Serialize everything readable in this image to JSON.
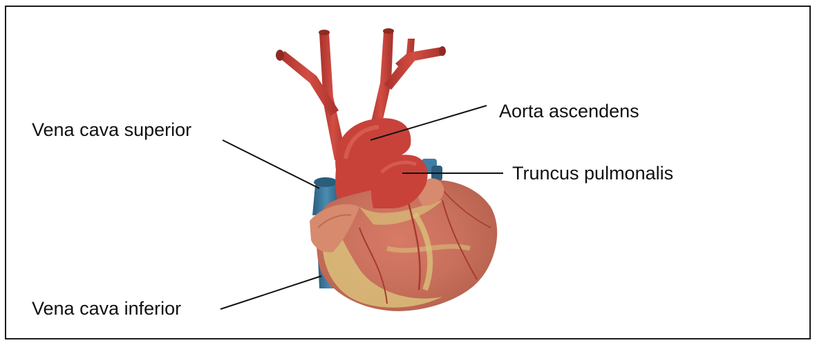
{
  "diagram": {
    "subject": "heart",
    "labels": {
      "vena_cava_superior": "Vena cava superior",
      "vena_cava_inferior": "Vena cava inferior",
      "aorta_ascendens": "Aorta ascendens",
      "truncus_pulmonalis": "Truncus pulmonalis"
    },
    "colors": {
      "artery": "#c8423a",
      "artery_dark": "#9a2c26",
      "vein": "#3f7fa6",
      "vein_dark": "#2b5d7c",
      "myocardium": "#c9705e",
      "fat": "#d9c07a",
      "atrium": "#d78a6e",
      "leader_line": "#111111",
      "frame": "#1a1a1a"
    }
  }
}
